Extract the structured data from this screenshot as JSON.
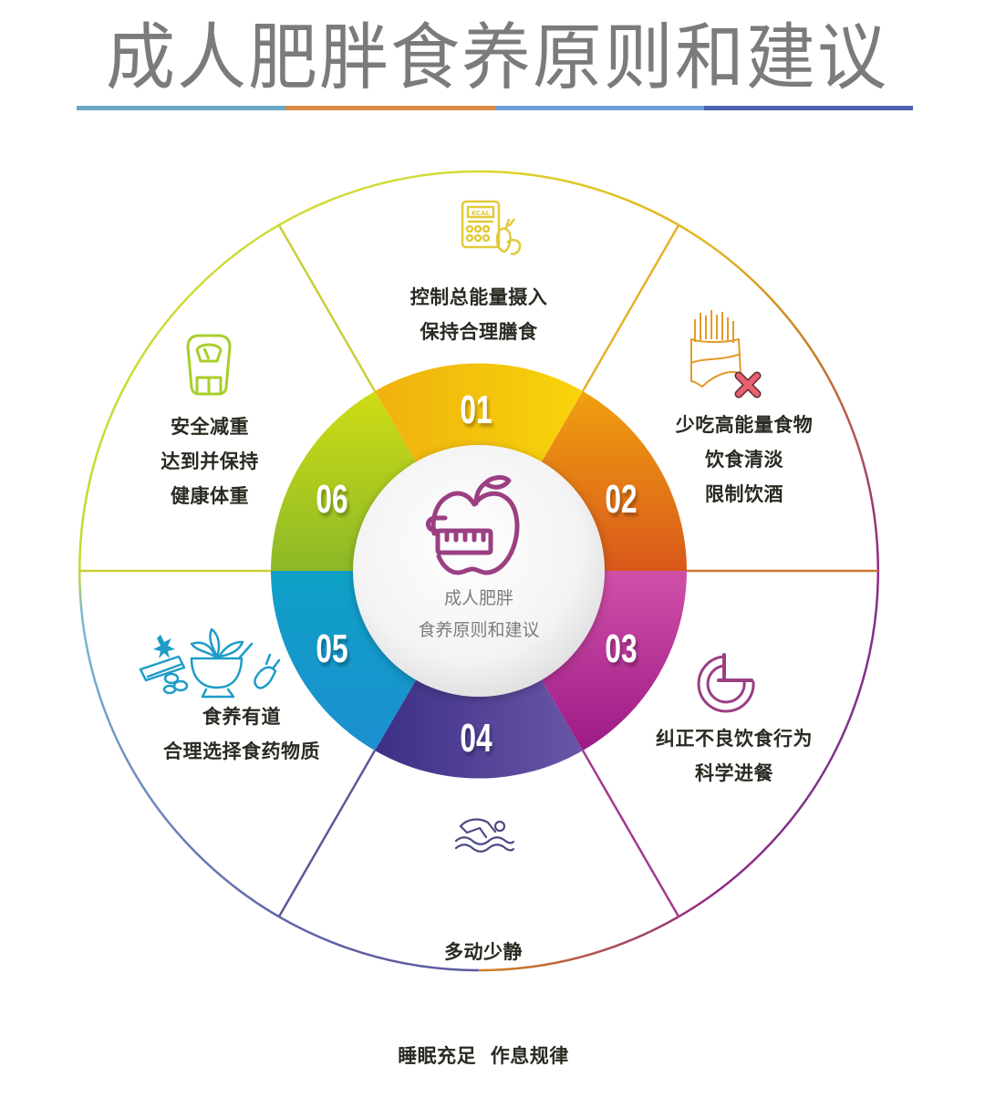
{
  "title": "成人肥胖食养原则和建议",
  "title_bar_colors": [
    "#6aa8c6",
    "#d98a45",
    "#6f9fd8",
    "#4a62b0"
  ],
  "center": {
    "icon": "apple-measuring-tape-icon",
    "line1": "成人肥胖",
    "line2": "食养原则和建议",
    "icon_color": "#9b3f83"
  },
  "segments": [
    {
      "number": "01",
      "color": "#f2b70f",
      "icon": "calculator-kcal-vegetables-icon",
      "icon_color": "#e2c93a",
      "lines": [
        "控制总能量摄入",
        "保持合理膳食"
      ]
    },
    {
      "number": "02",
      "color": "#e0711a",
      "icon": "french-fries-cross-icon",
      "icon_color": "#e39a2a",
      "lines": [
        "少吃高能量食物",
        "饮食清淡",
        "限制饮酒"
      ]
    },
    {
      "number": "03",
      "color": "#b8288f",
      "icon": "clock-icon",
      "icon_color": "#9b3f83",
      "lines": [
        "纠正不良饮食行为",
        "科学进餐"
      ]
    },
    {
      "number": "04",
      "color": "#4b3a93",
      "icon": "swimmer-icon",
      "icon_color": "#4c4a86",
      "lines": [
        "多动少静",
        "睡眠充足  作息规律"
      ]
    },
    {
      "number": "05",
      "color": "#0f9ac6",
      "icon": "herbs-mortar-icon",
      "icon_color": "#1e9cc8",
      "lines": [
        "食养有道",
        "合理选择食药物质"
      ]
    },
    {
      "number": "06",
      "color": "#9cc21b",
      "icon": "weighing-scale-icon",
      "icon_color": "#a7cf2a",
      "lines": [
        "安全减重",
        "达到并保持",
        "健康体重"
      ]
    }
  ]
}
